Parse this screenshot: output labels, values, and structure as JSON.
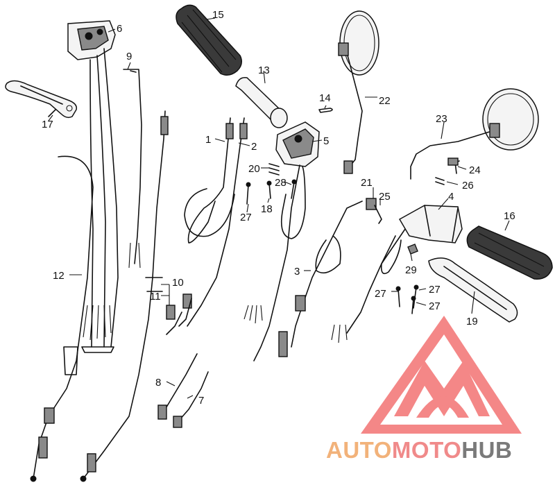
{
  "callouts": [
    {
      "id": "c1",
      "text": "1"
    },
    {
      "id": "c2",
      "text": "2"
    },
    {
      "id": "c3",
      "text": "3"
    },
    {
      "id": "c4",
      "text": "4"
    },
    {
      "id": "c5",
      "text": "5"
    },
    {
      "id": "c6",
      "text": "6"
    },
    {
      "id": "c7",
      "text": "7"
    },
    {
      "id": "c8",
      "text": "8"
    },
    {
      "id": "c9",
      "text": "9"
    },
    {
      "id": "c10",
      "text": "10"
    },
    {
      "id": "c11",
      "text": "11"
    },
    {
      "id": "c12",
      "text": "12"
    },
    {
      "id": "c13",
      "text": "13"
    },
    {
      "id": "c14",
      "text": "14"
    },
    {
      "id": "c15",
      "text": "15"
    },
    {
      "id": "c16",
      "text": "16"
    },
    {
      "id": "c17",
      "text": "17"
    },
    {
      "id": "c18",
      "text": "18"
    },
    {
      "id": "c19",
      "text": "19"
    },
    {
      "id": "c20",
      "text": "20"
    },
    {
      "id": "c21",
      "text": "21"
    },
    {
      "id": "c22",
      "text": "22"
    },
    {
      "id": "c23",
      "text": "23"
    },
    {
      "id": "c24",
      "text": "24"
    },
    {
      "id": "c25",
      "text": "25"
    },
    {
      "id": "c26",
      "text": "26"
    },
    {
      "id": "c27a",
      "text": "27"
    },
    {
      "id": "c27b",
      "text": "27"
    },
    {
      "id": "c27c",
      "text": "27"
    },
    {
      "id": "c27d",
      "text": "27"
    },
    {
      "id": "c28",
      "text": "28"
    },
    {
      "id": "c29",
      "text": "29"
    }
  ],
  "watermark": {
    "word_part1": "AUTO",
    "word_part2": "MOTO",
    "word_part3": "HUB",
    "color_part1": "#f2b27a",
    "color_part2": "#f08a8a",
    "color_part3": "#7a7a7a",
    "logo_color": "#f26a6a"
  }
}
